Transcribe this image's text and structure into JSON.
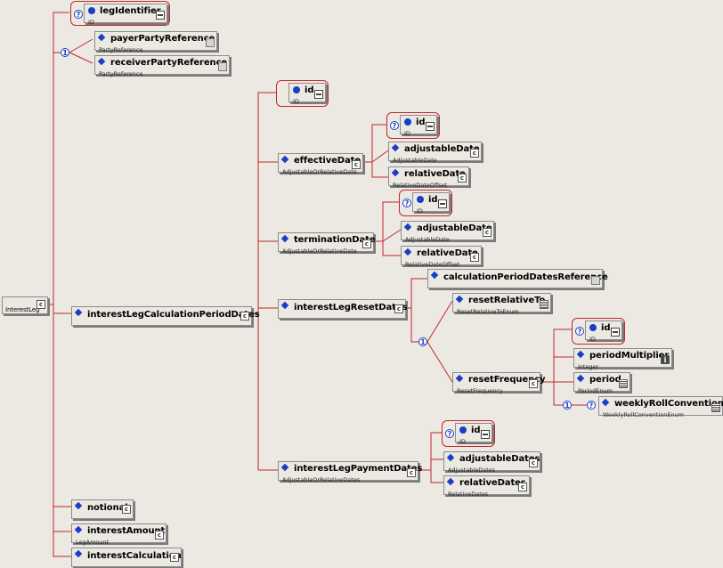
{
  "root": {
    "name": "",
    "type": "InterestLeg"
  },
  "nodes": {
    "legIdentifier": {
      "name": "legIdentifier",
      "type": "ID"
    },
    "payerPartyReference": {
      "name": "payerPartyReference",
      "type": "PartyReference"
    },
    "receiverPartyReference": {
      "name": "receiverPartyReference",
      "type": "PartyReference"
    },
    "interestLegCalculationPeriodDates": {
      "name": "interestLegCalculationPeriodDates",
      "type": ""
    },
    "id1": {
      "name": "id",
      "type": "ID"
    },
    "effectiveDate": {
      "name": "effectiveDate",
      "type": "AdjustableOrRelativeDate"
    },
    "id2": {
      "name": "id",
      "type": "ID"
    },
    "adjustableDate1": {
      "name": "adjustableDate",
      "type": "AdjustableDate"
    },
    "relativeDate1": {
      "name": "relativeDate",
      "type": "RelativeDateOffset"
    },
    "terminationDate": {
      "name": "terminationDate",
      "type": "AdjustableOrRelativeDate"
    },
    "id3": {
      "name": "id",
      "type": "ID"
    },
    "adjustableDate2": {
      "name": "adjustableDate",
      "type": "AdjustableDate"
    },
    "relativeDate2": {
      "name": "relativeDate",
      "type": "RelativeDateOffset"
    },
    "interestLegResetDates": {
      "name": "interestLegResetDates",
      "type": ""
    },
    "calculationPeriodDatesReference": {
      "name": "calculationPeriodDatesReference",
      "type": ""
    },
    "resetRelativeTo": {
      "name": "resetRelativeTo",
      "type": "ResetRelativeToEnum"
    },
    "resetFrequency": {
      "name": "resetFrequency",
      "type": "ResetFrequency"
    },
    "id4": {
      "name": "id",
      "type": "ID"
    },
    "periodMultiplier": {
      "name": "periodMultiplier",
      "type": "integer"
    },
    "period": {
      "name": "period",
      "type": "PeriodEnum"
    },
    "weeklyRollConvention": {
      "name": "weeklyRollConvention",
      "type": "WeeklyRollConventionEnum"
    },
    "interestLegPaymentDates": {
      "name": "interestLegPaymentDates",
      "type": "AdjustableOrRelativeDates"
    },
    "id5": {
      "name": "id",
      "type": "ID"
    },
    "adjustableDates": {
      "name": "adjustableDates",
      "type": "AdjustableDates"
    },
    "relativeDates": {
      "name": "relativeDates",
      "type": "RelativeDates"
    },
    "notional": {
      "name": "notional",
      "type": ""
    },
    "interestAmount": {
      "name": "interestAmount",
      "type": "LegAmount"
    },
    "interestCalculation": {
      "name": "interestCalculation",
      "type": ""
    }
  },
  "symbols": {
    "optional": "?",
    "choice": "1",
    "info": "i",
    "ref": "c"
  },
  "colors": {
    "connector": "#c0282a",
    "node_icon": "#1a3dc8",
    "background": "#ece9e2"
  }
}
